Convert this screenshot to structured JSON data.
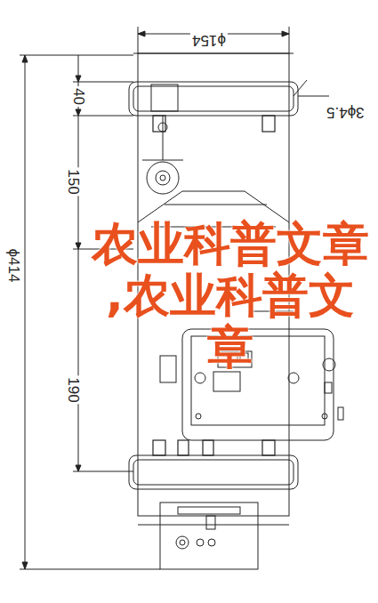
{
  "diagram": {
    "labels": [
      "ϕ154",
      "40",
      "150",
      "190",
      "3ϕ4.5",
      "ϕ414",
      "农业科普文章,农业科普文章"
    ]
  }
}
